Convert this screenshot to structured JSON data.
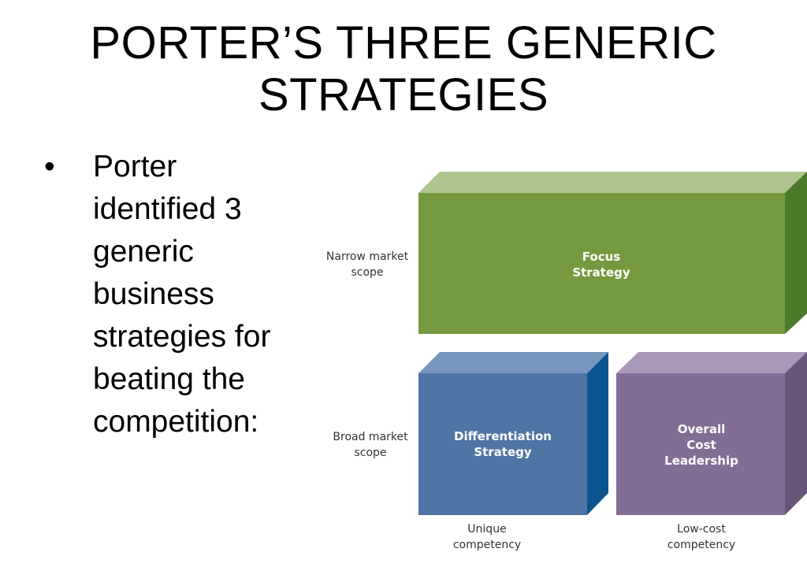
{
  "slide": {
    "title": "PORTER’S THREE GENERIC STRATEGIES",
    "bullet": "Porter identified 3 generic business strategies for beating the competition:"
  },
  "diagram": {
    "blocks": {
      "focus": {
        "label": "Focus\nStrategy",
        "color": "#75993f"
      },
      "differentiation": {
        "label": "Differentiation\nStrategy",
        "color": "#4f75a4"
      },
      "cost_leadership": {
        "label": "Overall\nCost\nLeadership",
        "color": "#836d95"
      }
    },
    "row_labels": {
      "narrow": "Narrow market\nscope",
      "broad": "Broad market\nscope"
    },
    "column_labels": {
      "unique": "Unique\ncompetency",
      "low_cost": "Low-cost\ncompetency"
    }
  }
}
